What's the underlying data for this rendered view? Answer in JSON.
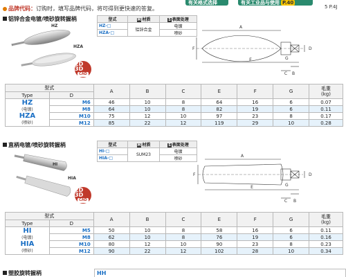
{
  "header": {
    "pill_left": "有关格式选择",
    "pill_right": "有关工业品与使用",
    "pill_right_num": "P.40",
    "page_ref": "5 P.4J"
  },
  "notice": {
    "label": "品牌代码：",
    "text": "订购时，填写品牌代码，将可得到更快速的答复。"
  },
  "section1": {
    "title": "铝锌合金电镀/喷砂旋转握柄",
    "img_labels": [
      "HZ",
      "HZA"
    ],
    "badge_top": "2D 3D",
    "badge_bottom": "CAD",
    "spec_headers": [
      "型式",
      "材质",
      "表面处理"
    ],
    "spec_badges": [
      "M",
      "S"
    ],
    "spec_models": [
      "HZ-□",
      "HZA-□"
    ],
    "spec_material": "铝锌合金",
    "spec_treatments": [
      "电镀",
      "喷砂"
    ],
    "dim_labels": [
      "A",
      "B",
      "C",
      "D",
      "E",
      "F",
      "G"
    ],
    "table": {
      "group_header": "型式",
      "type_header": "Type",
      "d_header": "D",
      "cols": [
        "A",
        "B",
        "C",
        "E",
        "F",
        "G"
      ],
      "weight_header": "毛重",
      "weight_unit": "(kg)",
      "types": [
        {
          "code": "HZ",
          "sub": "(电镀)"
        },
        {
          "code": "HZA",
          "sub": "(喷砂)"
        }
      ],
      "rows": [
        {
          "d": "M6",
          "v": [
            "46",
            "10",
            "8",
            "64",
            "16",
            "6"
          ],
          "w": "0.07"
        },
        {
          "d": "M8",
          "v": [
            "64",
            "10",
            "8",
            "82",
            "19",
            "6"
          ],
          "w": "0.11"
        },
        {
          "d": "M10",
          "v": [
            "75",
            "12",
            "10",
            "97",
            "23",
            "8"
          ],
          "w": "0.17"
        },
        {
          "d": "M12",
          "v": [
            "85",
            "22",
            "12",
            "119",
            "29",
            "10"
          ],
          "w": "0.28"
        }
      ]
    }
  },
  "section2": {
    "title": "直柄电镀/喷砂旋转握柄",
    "img_labels": [
      "HI",
      "HIA"
    ],
    "badge_top": "2D 3D",
    "badge_bottom": "CAD",
    "spec_headers": [
      "型式",
      "材质",
      "表面处理"
    ],
    "spec_badges": [
      "M",
      "S"
    ],
    "spec_models": [
      "HI-□",
      "HIA-□"
    ],
    "spec_material": "SUM23",
    "spec_treatments": [
      "电镀",
      "喷砂"
    ],
    "dim_labels": [
      "A",
      "B",
      "C",
      "D",
      "E",
      "F",
      "G"
    ],
    "table": {
      "group_header": "型式",
      "type_header": "Type",
      "d_header": "D",
      "cols": [
        "A",
        "B",
        "C",
        "E",
        "F",
        "G"
      ],
      "weight_header": "毛重",
      "weight_unit": "(kg)",
      "types": [
        {
          "code": "HI",
          "sub": "(电镀)"
        },
        {
          "code": "HIA",
          "sub": "(喷砂)"
        }
      ],
      "rows": [
        {
          "d": "M5",
          "v": [
            "50",
            "10",
            "8",
            "58",
            "16",
            "6"
          ],
          "w": "0.11"
        },
        {
          "d": "M8",
          "v": [
            "62",
            "10",
            "8",
            "76",
            "19",
            "6"
          ],
          "w": "0.16"
        },
        {
          "d": "M10",
          "v": [
            "80",
            "12",
            "10",
            "90",
            "23",
            "8"
          ],
          "w": "0.23"
        },
        {
          "d": "M12",
          "v": [
            "90",
            "22",
            "12",
            "102",
            "28",
            "10"
          ],
          "w": "0.34"
        }
      ]
    }
  },
  "section3": {
    "title": "塑胶旋转握柄",
    "code": "HH"
  },
  "colors": {
    "accent": "#1a6fc4",
    "stripe": "#e6f2fb",
    "brand_green": "#2a8a6e",
    "badge_red": "#c0392b"
  }
}
